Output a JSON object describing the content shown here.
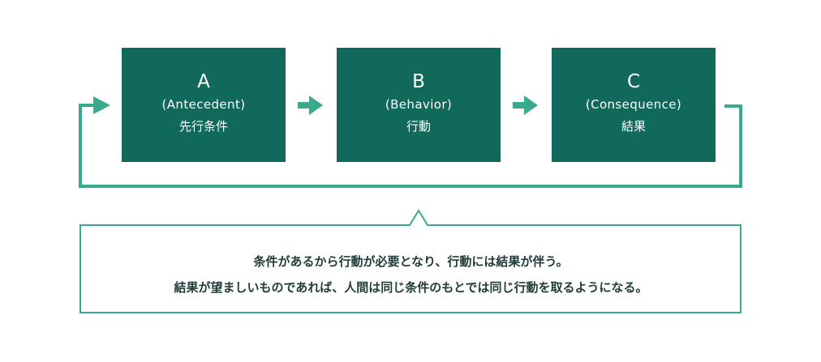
{
  "boxes": [
    {
      "letter": "A",
      "term": "(Antecedent)",
      "jp": "先行条件"
    },
    {
      "letter": "B",
      "term": "(Behavior)",
      "jp": "行動"
    },
    {
      "letter": "C",
      "term": "(Consequence)",
      "jp": "結果"
    }
  ],
  "callout": {
    "line1": "条件があるから行動が必要となり、行動には結果が伴う。",
    "line2": "結果が望ましいものであれば、人間は同じ条件のもとでは同じ行動を取るようになる。"
  },
  "colors": {
    "box_fill": "#10695b",
    "accent": "#3aaa8f",
    "text_dark": "#1f3b38"
  }
}
